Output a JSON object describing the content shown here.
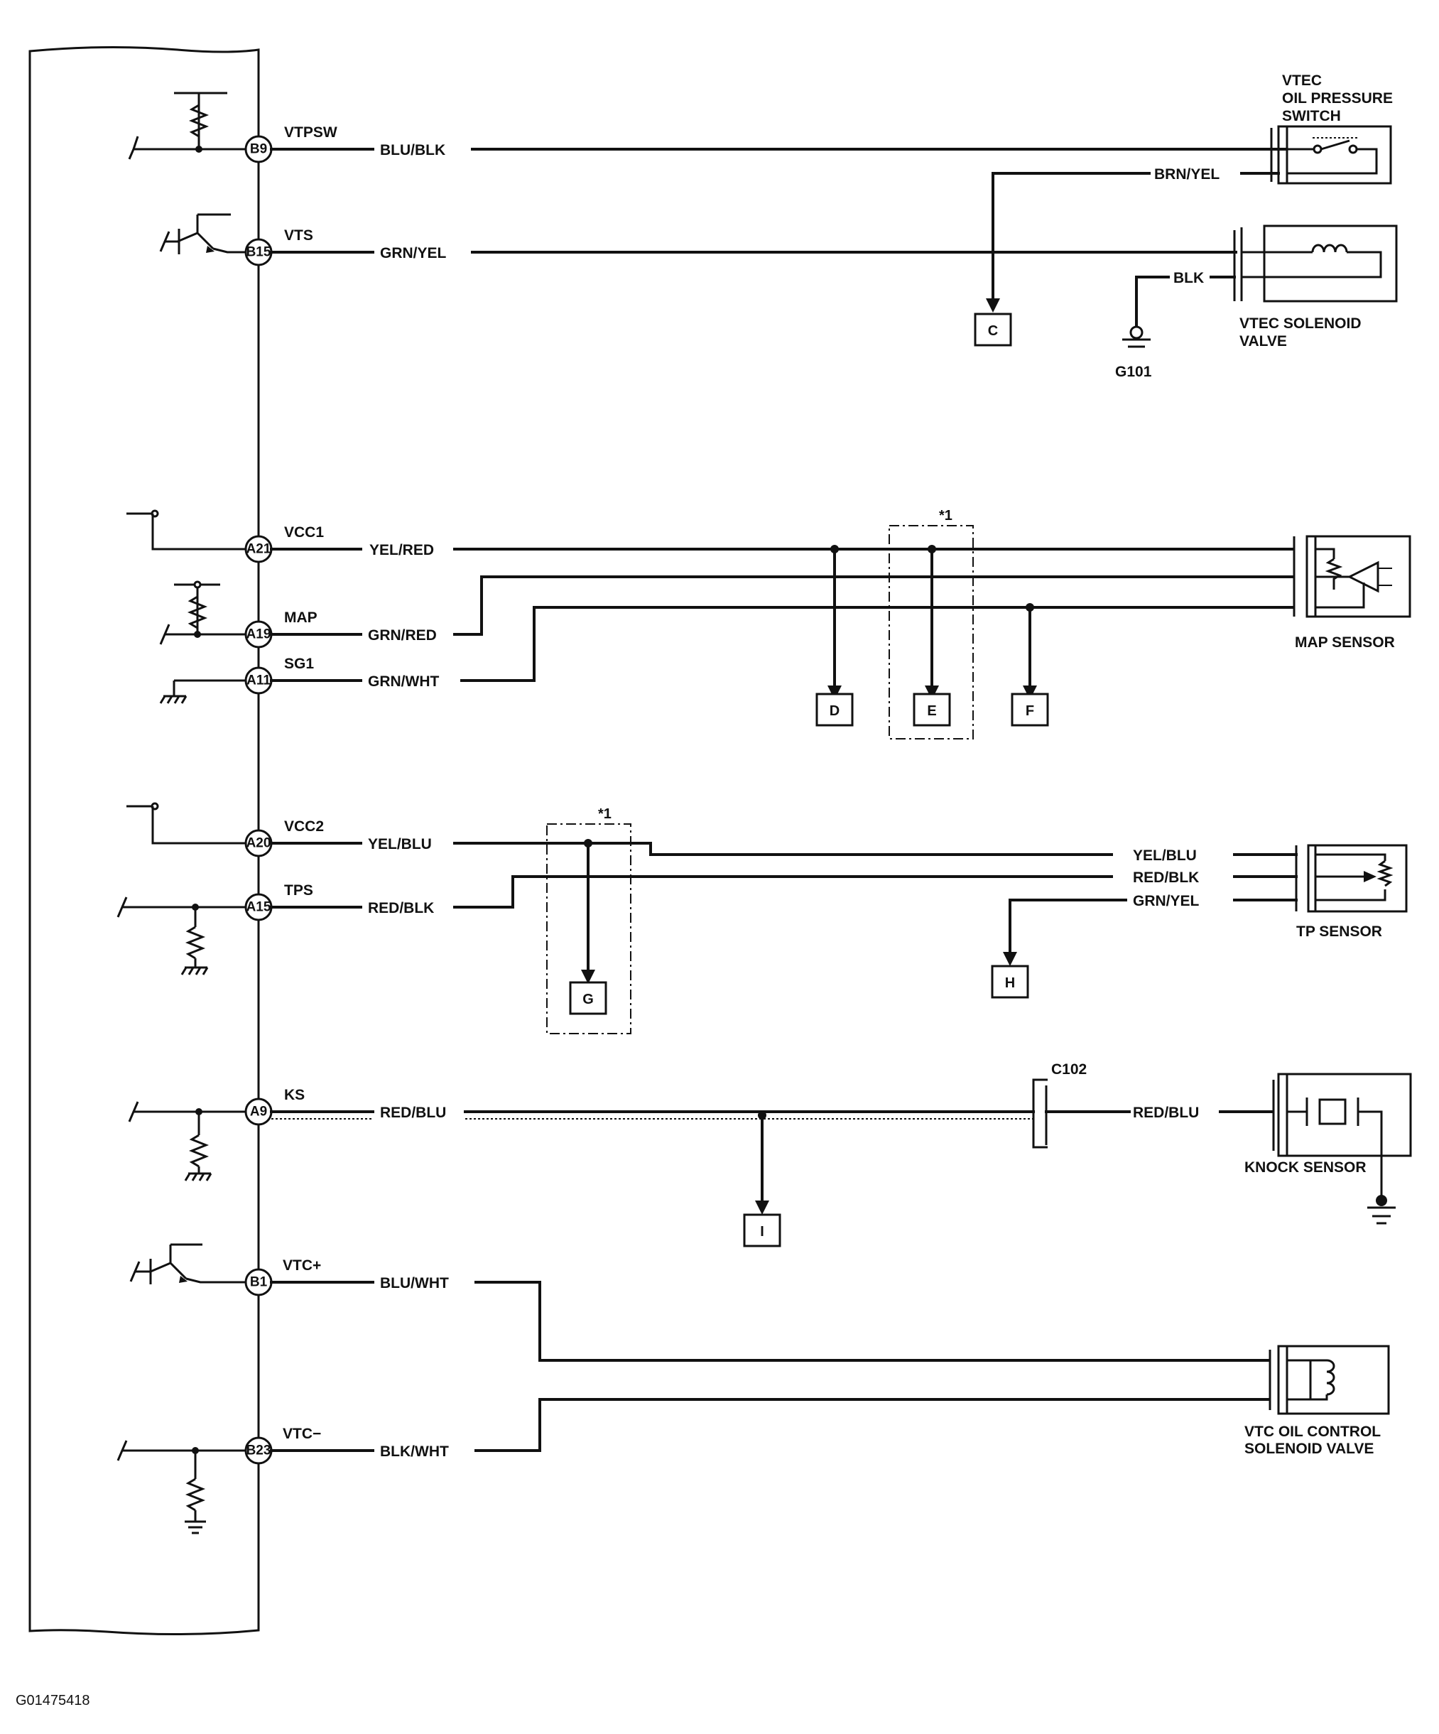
{
  "pins": {
    "b9": {
      "id": "B9",
      "signal": "VTPSW",
      "wire": "BLU/BLK"
    },
    "b15": {
      "id": "B15",
      "signal": "VTS",
      "wire": "GRN/YEL"
    },
    "a21": {
      "id": "A21",
      "signal": "VCC1",
      "wire": "YEL/RED"
    },
    "a19": {
      "id": "A19",
      "signal": "MAP",
      "wire": "GRN/RED"
    },
    "a11": {
      "id": "A11",
      "signal": "SG1",
      "wire": "GRN/WHT"
    },
    "a20": {
      "id": "A20",
      "signal": "VCC2",
      "wire": "YEL/BLU"
    },
    "a15": {
      "id": "A15",
      "signal": "TPS",
      "wire": "RED/BLK"
    },
    "a9": {
      "id": "A9",
      "signal": "KS",
      "wire": "RED/BLU"
    },
    "b1": {
      "id": "B1",
      "signal": "VTC+",
      "wire": "BLU/WHT"
    },
    "b23": {
      "id": "B23",
      "signal": "VTC−",
      "wire": "BLK/WHT"
    }
  },
  "components": {
    "vtec_switch": [
      "VTEC",
      "OIL PRESSURE",
      "SWITCH"
    ],
    "vtec_solenoid": [
      "VTEC SOLENOID",
      "VALVE"
    ],
    "map_sensor": "MAP SENSOR",
    "tp_sensor": "TP SENSOR",
    "knock_sensor": "KNOCK SENSOR",
    "vtc_valve": [
      "VTC OIL CONTROL",
      "SOLENOID VALVE"
    ]
  },
  "wires": {
    "brn_yel": "BRN/YEL",
    "blk": "BLK",
    "tp_yel_blu": "YEL/BLU",
    "tp_red_blk": "RED/BLK",
    "tp_grn_yel": "GRN/YEL",
    "ks_red_blu": "RED/BLU"
  },
  "grounds": {
    "g101": "G101"
  },
  "connectors": {
    "c102": "C102"
  },
  "notes": {
    "shield_1": "*1",
    "shield_2": "*1"
  },
  "junctions": {
    "c": "C",
    "d": "D",
    "e": "E",
    "f": "F",
    "g": "G",
    "h": "H",
    "i": "I"
  },
  "figure_id": "G01475418"
}
